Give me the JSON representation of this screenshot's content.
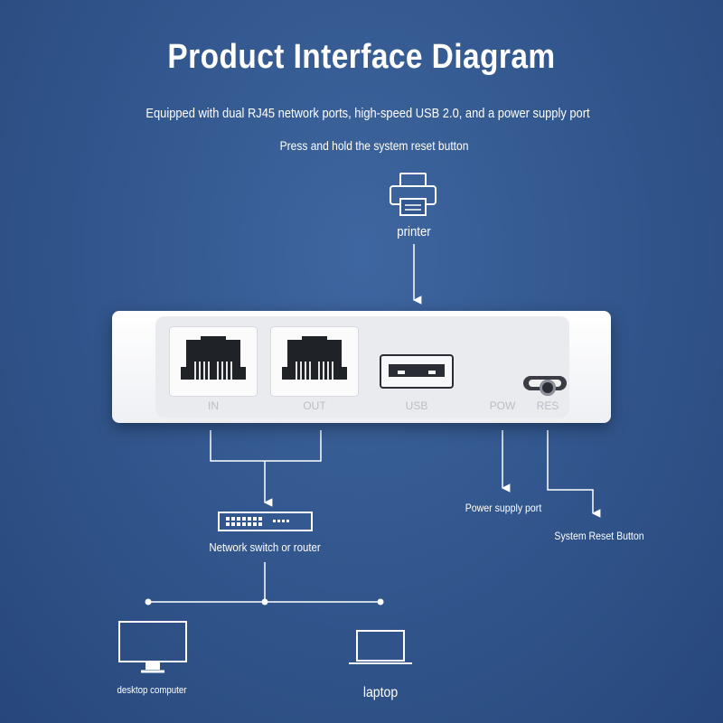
{
  "title": "Product Interface Diagram",
  "subtitle": "Equipped with dual RJ45 network ports, high-speed USB 2.0, and a power supply port",
  "reset_instruction": "Press and hold the system reset button",
  "printer": {
    "label": "printer",
    "icon": "printer-icon"
  },
  "ports": {
    "in": "IN",
    "out": "OUT",
    "usb": "USB",
    "pow": "POW",
    "res": "RES"
  },
  "switch": {
    "label": "Network switch or router",
    "icon": "network-switch-icon"
  },
  "power_port_label": "Power supply port",
  "reset_button_label": "System Reset Button",
  "desktop": {
    "label": "desktop computer",
    "icon": "desktop-monitor-icon"
  },
  "laptop": {
    "label": "laptop",
    "icon": "laptop-icon"
  },
  "colors": {
    "background": "#33588f",
    "lines": "#ffffff",
    "device": "#ffffff"
  }
}
